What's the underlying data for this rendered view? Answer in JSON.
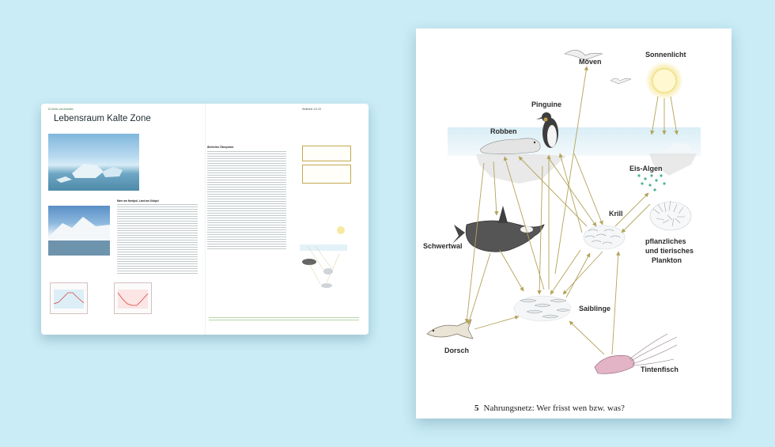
{
  "spread": {
    "title": "Lebensraum Kalte Zone",
    "left_header": "62  Arktis und Antarktis",
    "right_header": "Weltkarte 121  63",
    "section_head_1": "Meer am Nordpol, Land am Südpol",
    "section_head_2": "Ähnliches Ökosystem"
  },
  "food_web": {
    "labels": {
      "moewen": "Möven",
      "sonnenlicht": "Sonnenlicht",
      "pinguine": "Pinguine",
      "robben": "Robben",
      "eis_algen": "Eis-Algen",
      "schwertwal": "Schwertwal",
      "krill": "Krill",
      "plankton_1": "pflanzliches",
      "plankton_2": "und tierisches",
      "plankton_3": "Plankton",
      "saiblinge": "Saiblinge",
      "dorsch": "Dorsch",
      "tintenfisch": "Tintenfisch"
    },
    "caption_number": "5",
    "caption_text": "Nahrungsnetz: Wer frisst wen bzw. was?"
  },
  "colors": {
    "background": "#c9ecf6",
    "arrow": "#b3a35a",
    "sun": "#f6e9a0",
    "ice": "#e6f4f9",
    "algae": "#4ab48a",
    "squid": "#e3b3c6"
  }
}
